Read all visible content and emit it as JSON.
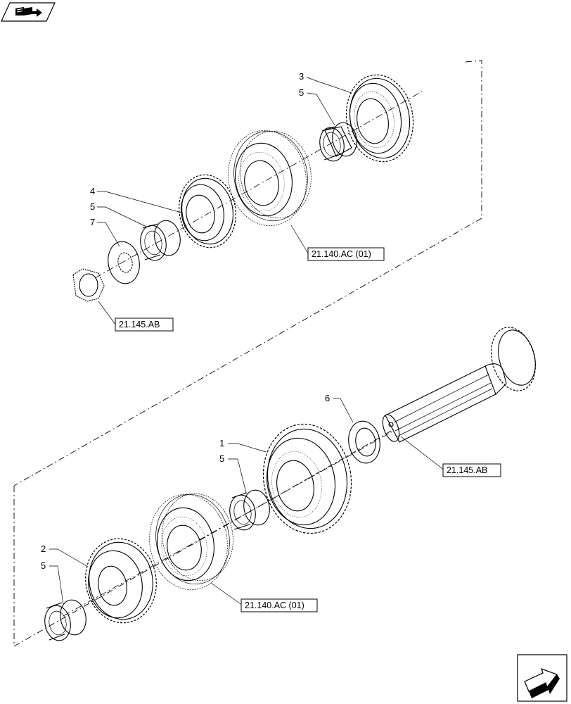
{
  "callouts": [
    {
      "id": "c3a",
      "label": "3"
    },
    {
      "id": "c5a",
      "label": "5"
    },
    {
      "id": "c4",
      "label": "4"
    },
    {
      "id": "c5b",
      "label": "5"
    },
    {
      "id": "c7",
      "label": "7"
    },
    {
      "id": "c6",
      "label": "6"
    },
    {
      "id": "c1",
      "label": "1"
    },
    {
      "id": "c5c",
      "label": "5"
    },
    {
      "id": "c2",
      "label": "2"
    },
    {
      "id": "c5d",
      "label": "5"
    }
  ],
  "references": [
    {
      "id": "ref-top-sync",
      "text": "21.140.AC (01)"
    },
    {
      "id": "ref-top-nut",
      "text": "21.145.AB"
    },
    {
      "id": "ref-shaft",
      "text": "21.145.AB"
    },
    {
      "id": "ref-bottom-sync",
      "text": "21.140.AC (01)"
    }
  ],
  "icons": {
    "top_left": "book-open-arrow-icon",
    "bottom_right": "next-page-arrow-icon"
  }
}
